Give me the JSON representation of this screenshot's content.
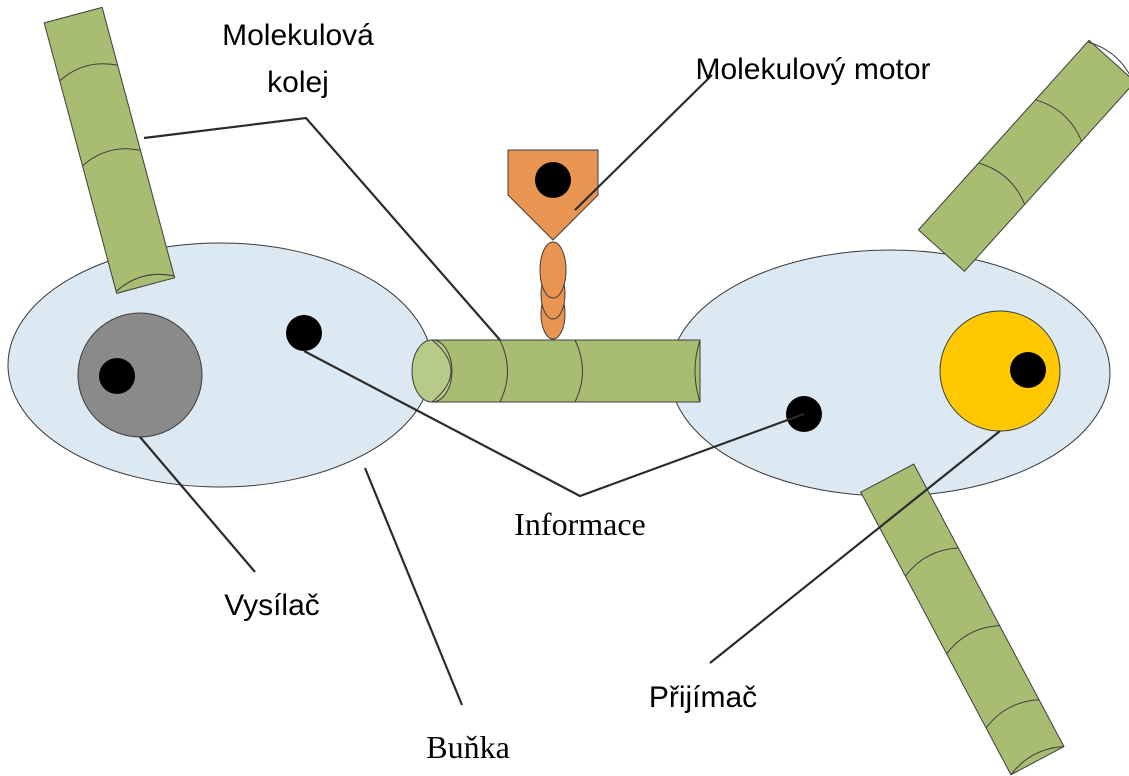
{
  "labels": {
    "molecular_track_line1": "Molekulová",
    "molecular_track_line2": "kolej",
    "molecular_motor": "Molekulový motor",
    "information": "Informace",
    "transmitter": "Vysílač",
    "receiver": "Přijímač",
    "cell": "Buňka"
  },
  "colors": {
    "cell_fill": "#dce8f2",
    "track_fill": "#a9bd72",
    "track_end_fill": "#b8ca88",
    "motor_fill": "#e99450",
    "transmitter_fill": "#8a8a8a",
    "receiver_fill": "#ffc800",
    "molecule_fill": "#000000"
  }
}
